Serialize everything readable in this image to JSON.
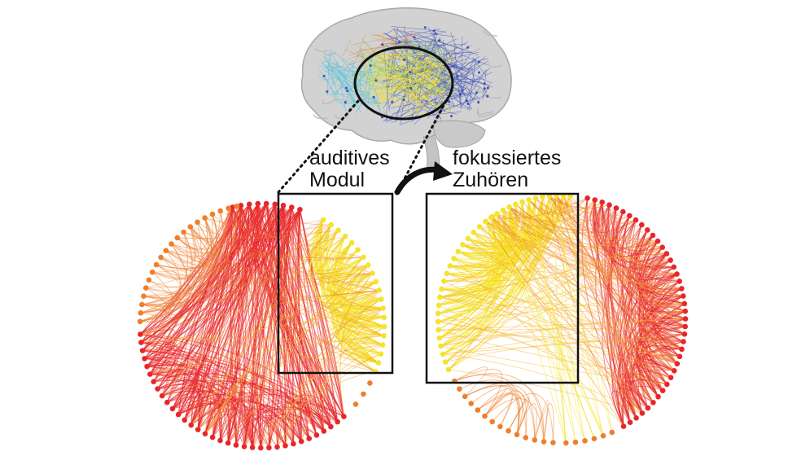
{
  "labels": {
    "auditory_module_line1": "auditives",
    "auditory_module_line2": "Modul",
    "focused_listening_line1": "fokussiertes",
    "focused_listening_line2": "Zuhören"
  },
  "colors": {
    "red": "#e8262a",
    "orange": "#ee7f2e",
    "yellow": "#f6e32a",
    "brain_gray": "#cfcfcf",
    "network_blue": "#3d4fb5",
    "network_cyan": "#43c3dc",
    "network_green": "#7ecb5a",
    "frame": "#111111"
  },
  "icons": {
    "brain": "brain-network-icon",
    "arrow": "curved-arrow-icon"
  }
}
